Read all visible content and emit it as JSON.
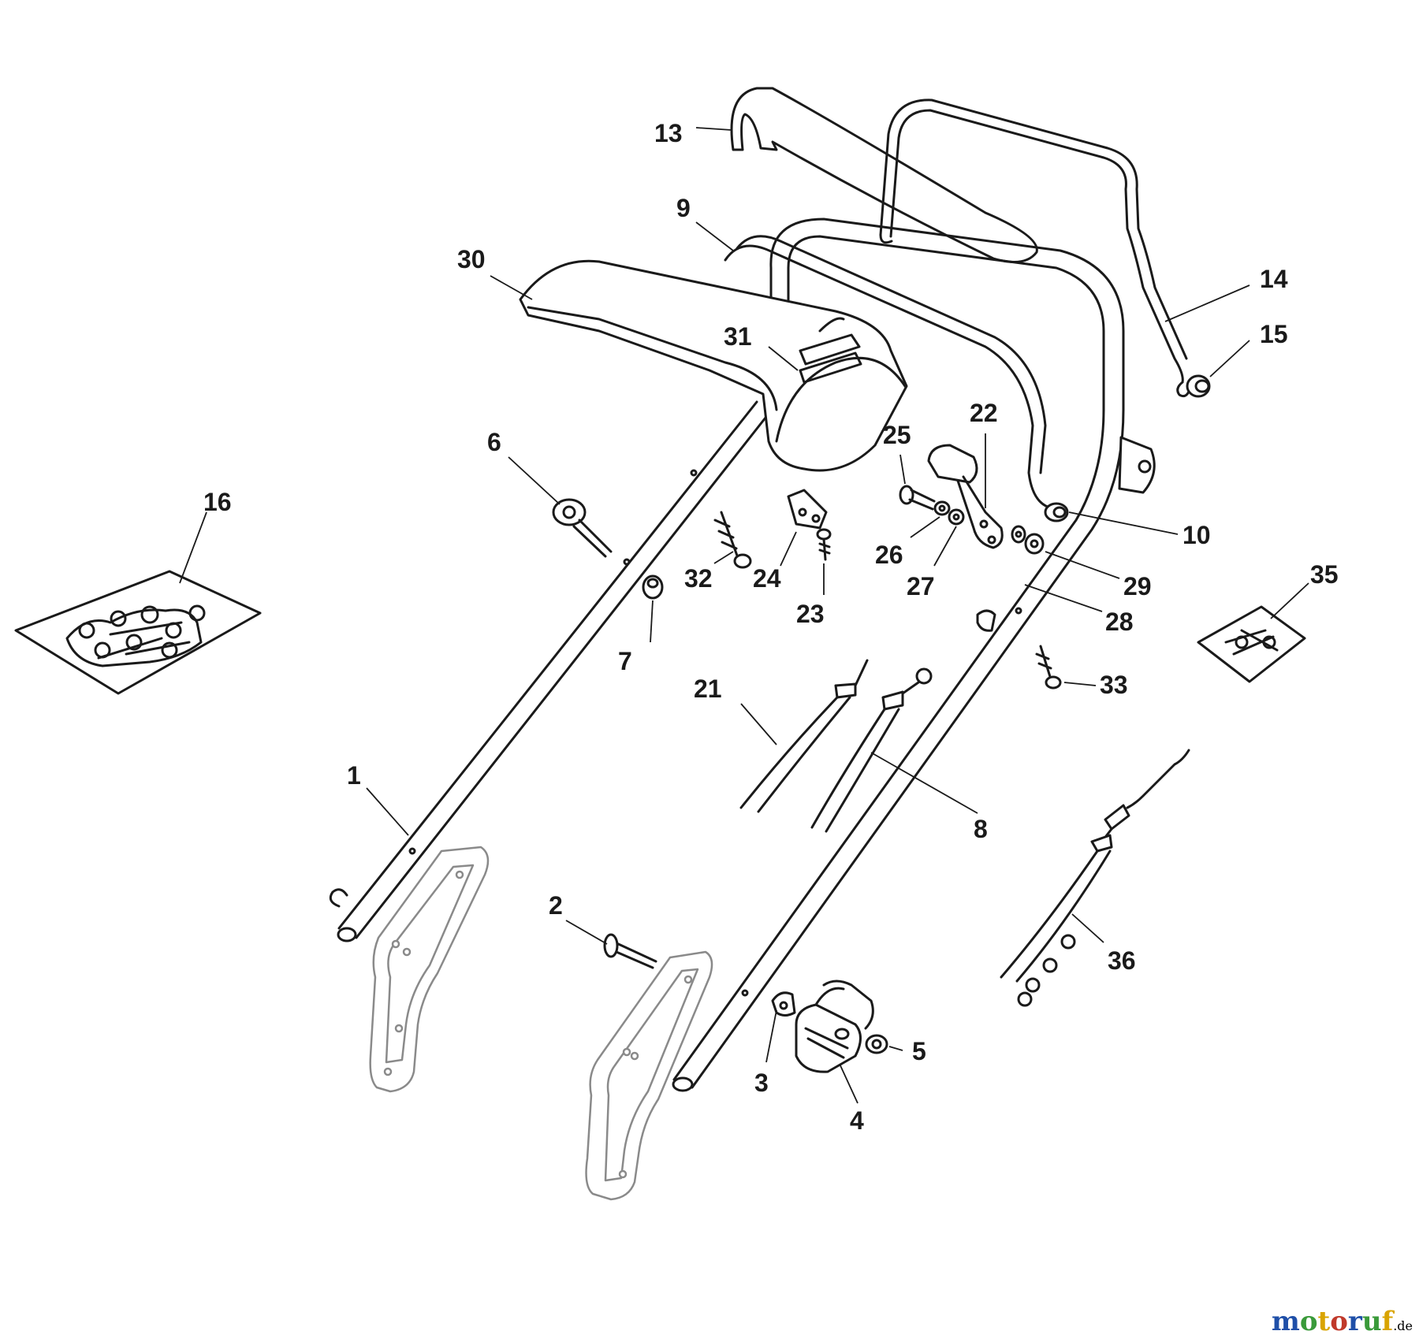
{
  "callouts": [
    {
      "n": "1"
    },
    {
      "n": "2"
    },
    {
      "n": "3"
    },
    {
      "n": "4"
    },
    {
      "n": "5"
    },
    {
      "n": "6"
    },
    {
      "n": "7"
    },
    {
      "n": "8"
    },
    {
      "n": "9"
    },
    {
      "n": "10"
    },
    {
      "n": "13"
    },
    {
      "n": "14"
    },
    {
      "n": "15"
    },
    {
      "n": "16"
    },
    {
      "n": "21"
    },
    {
      "n": "22"
    },
    {
      "n": "23"
    },
    {
      "n": "24"
    },
    {
      "n": "25"
    },
    {
      "n": "26"
    },
    {
      "n": "27"
    },
    {
      "n": "28"
    },
    {
      "n": "29"
    },
    {
      "n": "30"
    },
    {
      "n": "31"
    },
    {
      "n": "32"
    },
    {
      "n": "33"
    },
    {
      "n": "35"
    },
    {
      "n": "36"
    }
  ],
  "watermark": {
    "text": "motoruf",
    "suffix": ".de",
    "colors": [
      "#1f4fa8",
      "#3a9a3a",
      "#d9a400",
      "#c0392b"
    ]
  }
}
